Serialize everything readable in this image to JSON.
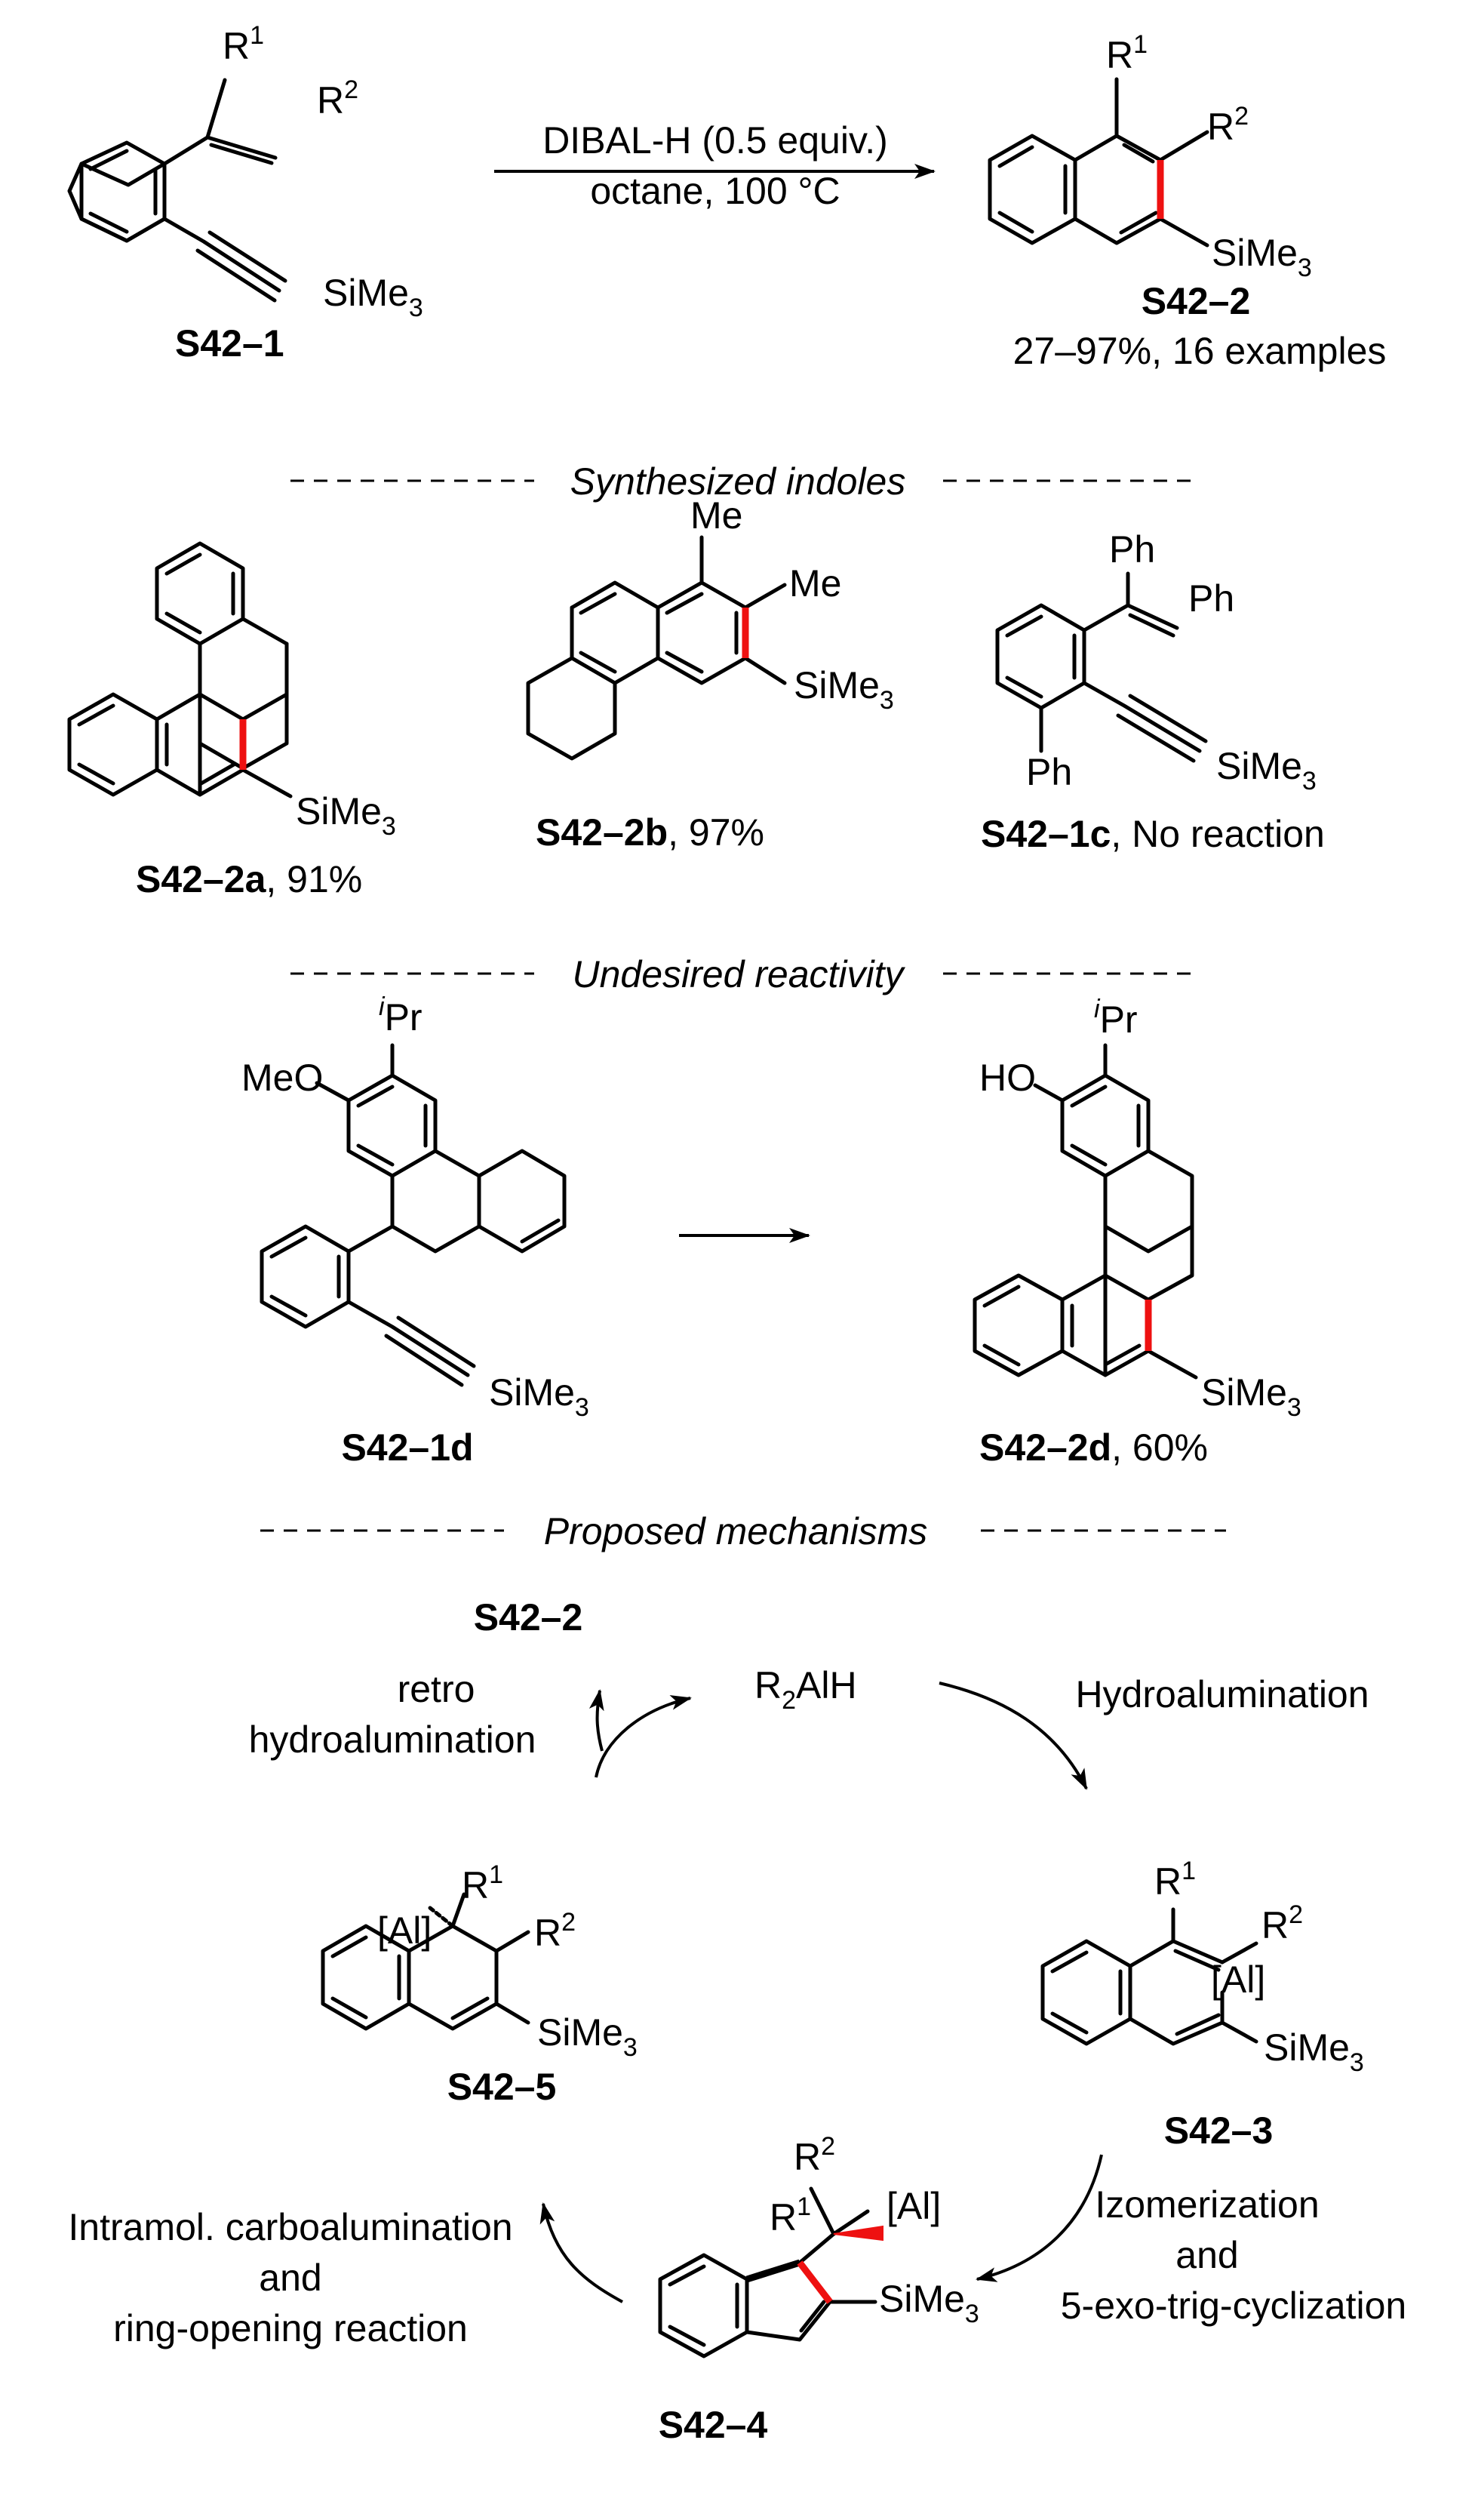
{
  "reaction": {
    "reagent": "DIBAL-H (0.5 equiv.)",
    "conditions": "octane, 100 °C",
    "substrate_label": "S42–1",
    "product_label": "S42–2",
    "scope": "27–97%, 16 examples"
  },
  "groups": {
    "R1": "R",
    "R1_sup": "1",
    "R2": "R",
    "R2_sup": "2",
    "tms": "SiMe",
    "tms_sub": "3",
    "me": "Me",
    "ph": "Ph",
    "meo": "MeO",
    "ho": "HO",
    "ipr_i": "i",
    "ipr_pr": "Pr",
    "al": "[Al]",
    "r2alh_r": "R",
    "r2alh_sub": "2",
    "r2alh_alh": "AlH"
  },
  "sections": {
    "indoles": "Synthesized indoles",
    "undesired": "Undesired reactivity",
    "mechanisms": "Proposed mechanisms"
  },
  "examples": {
    "a_label": "S42–2a",
    "a_yield": ", 91%",
    "b_label": "S42–2b",
    "b_yield": ", 97%",
    "c_label": "S42–1c",
    "c_note": ", No reaction",
    "d_start": "S42–1d",
    "d_label": "S42–2d",
    "d_yield": ", 60%"
  },
  "mechanism": {
    "top_product": "S42–2",
    "retro_1": "retro",
    "retro_2": "hydroalumination",
    "hydroalumination": "Hydroalumination",
    "int3": "S42–3",
    "int4": "S42–4",
    "int5": "S42–5",
    "izo_1": "Izomerization",
    "izo_2": "and",
    "izo_3": "5-exo-trig-cyclization",
    "carbo_1": "Intramol. carboalumination",
    "carbo_2": "and",
    "carbo_3": "ring-opening reaction"
  },
  "colors": {
    "new_bond": "#ee1111"
  }
}
